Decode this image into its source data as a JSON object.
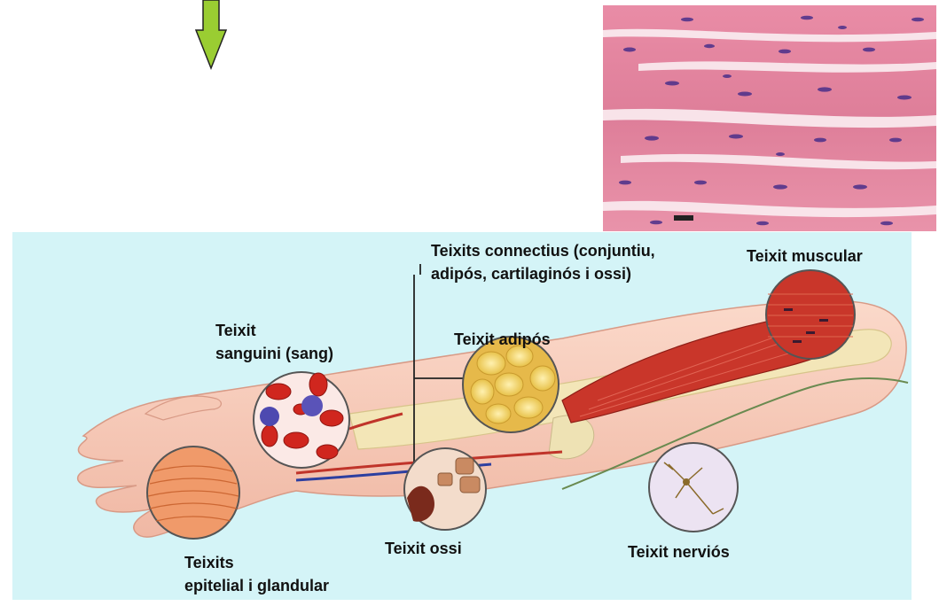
{
  "labels": {
    "connective_line1": "Teixits connectius (conjuntiu,",
    "connective_line2": "adipós, cartilaginós i ossi)",
    "muscular": "Teixit muscular",
    "blood_line1": "Teixit",
    "blood_line2": "sanguini (sang)",
    "adipose": "Teixit adipós",
    "bone": "Teixit ossi",
    "nervous": "Teixit nerviós",
    "epithelial_line1": "Teixits",
    "epithelial_line2": "epitelial i glandular"
  },
  "icons": [
    "down-arrow-icon"
  ],
  "colors": {
    "arrow_fill": "#9acd32",
    "diagram_background": "#d4f4f7",
    "micrograph_pink": "#e58aa2",
    "muscle_red": "#cc3328",
    "skin": "#f6c6b4"
  }
}
